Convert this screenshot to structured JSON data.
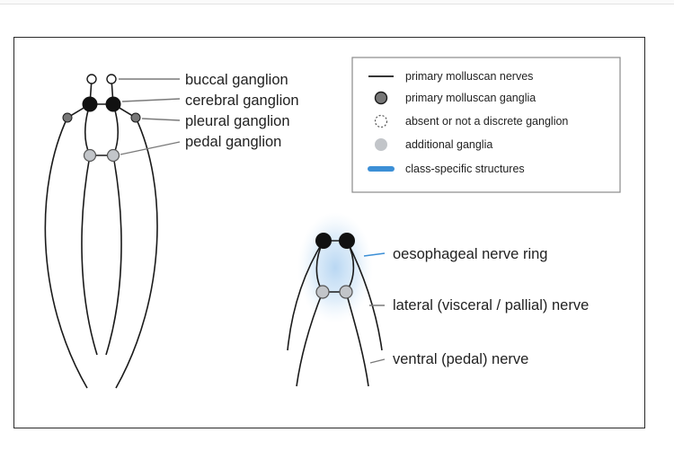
{
  "diagram": {
    "left_labels": {
      "buccal": "buccal ganglion",
      "cerebral": "cerebral ganglion",
      "pleural": "pleural ganglion",
      "pedal": "pedal ganglion"
    },
    "right_labels": {
      "ring": "oesophageal nerve ring",
      "lateral": "lateral (visceral / pallial) nerve",
      "ventral": "ventral (pedal) nerve"
    },
    "legend": {
      "nerves": "primary molluscan nerves",
      "ganglia": "primary molluscan ganglia",
      "absent": "absent or not a discrete ganglion",
      "additional": "additional ganglia",
      "class_specific": "class-specific structures"
    },
    "colors": {
      "nerve": "#1a1a1a",
      "primary_ganglion": "#111111",
      "additional_ganglion": "#c2c5c9",
      "class_specific": "#3c8fd6",
      "leader": "#7a7a7a"
    }
  }
}
